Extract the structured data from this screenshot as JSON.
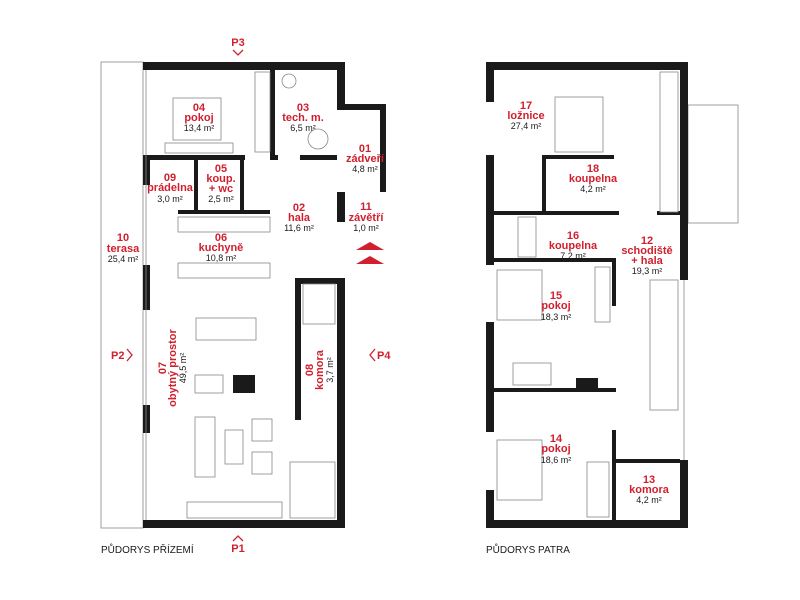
{
  "ground_floor": {
    "caption": "PŮDORYS PŘÍZEMÍ",
    "rooms": [
      {
        "num": "01",
        "name": "zádveří",
        "area": "4,8 m²"
      },
      {
        "num": "02",
        "name": "hala",
        "area": "11,6 m²"
      },
      {
        "num": "03",
        "name": "tech. m.",
        "area": "6,5 m²"
      },
      {
        "num": "04",
        "name": "pokoj",
        "area": "13,4 m²"
      },
      {
        "num": "05",
        "name": "koup.",
        "name2": "+ wc",
        "area": "2,5 m²"
      },
      {
        "num": "06",
        "name": "kuchyně",
        "area": "10,8 m²"
      },
      {
        "num": "07",
        "name": "obytný prostor",
        "area": "49,5 m²"
      },
      {
        "num": "08",
        "name": "komora",
        "area": "3,7 m²"
      },
      {
        "num": "09",
        "name": "prádelna",
        "area": "3,0 m²"
      },
      {
        "num": "10",
        "name": "terasa",
        "area": "25,4 m²"
      },
      {
        "num": "11",
        "name": "závětří",
        "area": "1,0 m²"
      }
    ],
    "section_marks": [
      "P1",
      "P2",
      "P3",
      "P4"
    ]
  },
  "upper_floor": {
    "caption": "PŮDORYS PATRA",
    "rooms": [
      {
        "num": "12",
        "name": "schodiště",
        "name2": "+ hala",
        "area": "19,3 m²"
      },
      {
        "num": "13",
        "name": "komora",
        "area": "4,2 m²"
      },
      {
        "num": "14",
        "name": "pokoj",
        "area": "18,6 m²"
      },
      {
        "num": "15",
        "name": "pokoj",
        "area": "18,3 m²"
      },
      {
        "num": "16",
        "name": "koupelna",
        "area": "7,2 m²"
      },
      {
        "num": "17",
        "name": "ložnice",
        "area": "27,4 m²"
      },
      {
        "num": "18",
        "name": "koupelna",
        "area": "4,2 m²"
      }
    ]
  },
  "colors": {
    "accent": "#d0202e",
    "wall": "#1a1a1a"
  }
}
